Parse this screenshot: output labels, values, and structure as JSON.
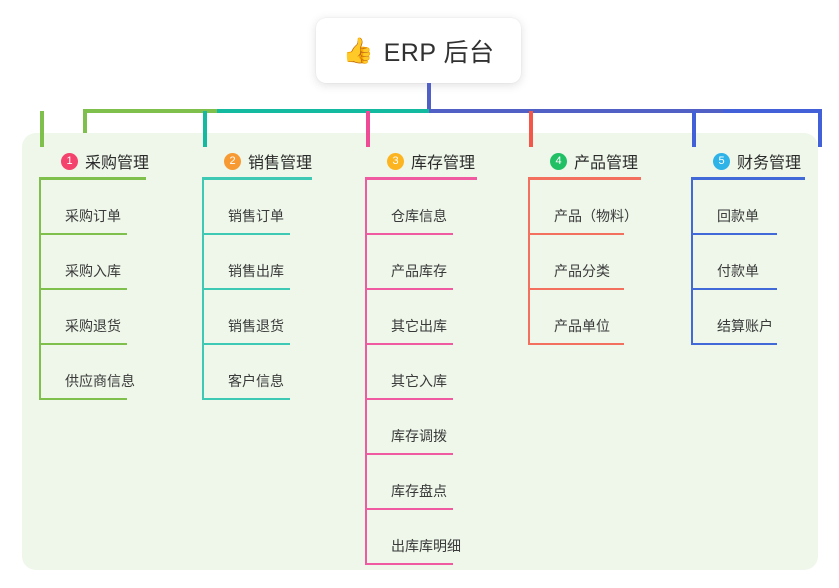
{
  "root": {
    "icon": "thumbs-up-icon",
    "emoji": "👍",
    "title": "ERP 后台"
  },
  "palette": {
    "panel_bg": "#eef7e9",
    "page_bg": "#ffffff",
    "stem": "#5060c4",
    "bus_green": "#7ec04b",
    "bus_teal": "#14baa0",
    "bus_blue": "#5060c4",
    "bus_blue2": "#4260d8"
  },
  "columns": [
    {
      "index": "1",
      "title": "采购管理",
      "badge_color": "#f4436c",
      "line_color": "#7ec04b",
      "drop_color": "#7ec04b",
      "items": [
        {
          "label": "采购订单"
        },
        {
          "label": "采购入库"
        },
        {
          "label": "采购退货"
        },
        {
          "label": "供应商信息"
        }
      ]
    },
    {
      "index": "2",
      "title": "销售管理",
      "badge_color": "#f79a33",
      "line_color": "#3ec9b4",
      "drop_color": "#14baa0",
      "items": [
        {
          "label": "销售订单"
        },
        {
          "label": "销售出库"
        },
        {
          "label": "销售退货"
        },
        {
          "label": "客户信息"
        }
      ]
    },
    {
      "index": "3",
      "title": "库存管理",
      "badge_color": "#fcb520",
      "line_color": "#ef5aa0",
      "drop_color": "#ef4a96",
      "items": [
        {
          "label": "仓库信息"
        },
        {
          "label": "产品库存"
        },
        {
          "label": "其它出库"
        },
        {
          "label": "其它入库"
        },
        {
          "label": "库存调拨"
        },
        {
          "label": "库存盘点"
        },
        {
          "label": "出库库明细"
        }
      ]
    },
    {
      "index": "4",
      "title": "产品管理",
      "badge_color": "#22c065",
      "line_color": "#f4705e",
      "drop_color": "#f4564a",
      "items": [
        {
          "label": "产品（物料）"
        },
        {
          "label": "产品分类"
        },
        {
          "label": "产品单位"
        }
      ]
    },
    {
      "index": "5",
      "title": "财务管理",
      "badge_color": "#2eb3e8",
      "line_color": "#4169d8",
      "drop_color": "#4260d8",
      "items": [
        {
          "label": "回款单"
        },
        {
          "label": "付款单"
        },
        {
          "label": "结算账户"
        }
      ]
    }
  ]
}
